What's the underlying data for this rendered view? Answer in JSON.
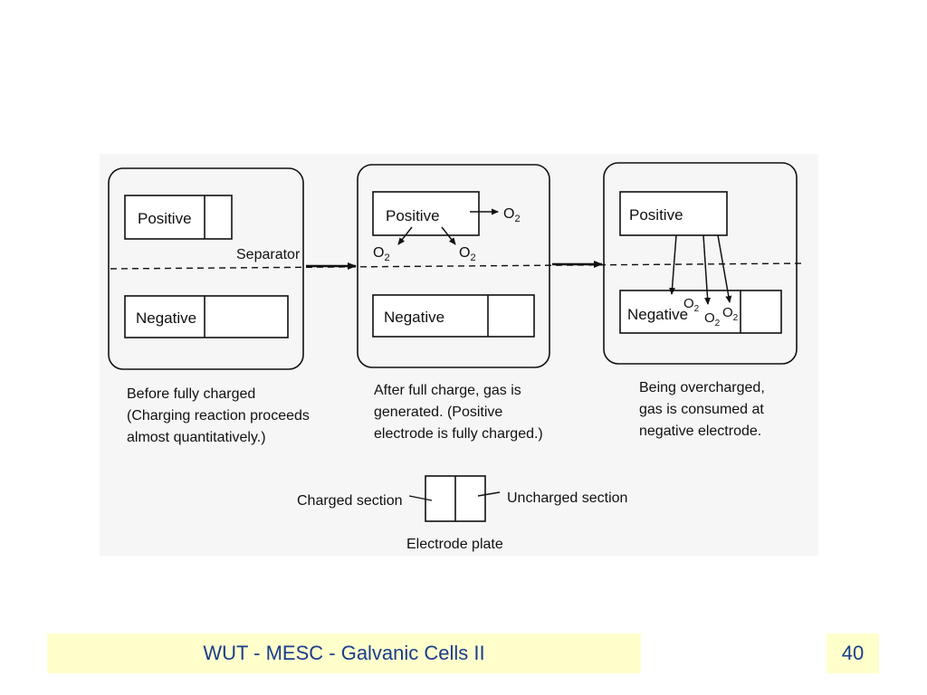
{
  "diagram": {
    "separator_label": "Separator",
    "panel1": {
      "positive": "Positive",
      "negative": "Negative",
      "caption": [
        "Before fully charged",
        "(Charging reaction proceeds",
        "almost quantitatively.)"
      ]
    },
    "panel2": {
      "positive": "Positive",
      "negative": "Negative",
      "gas": "O",
      "sub": "2",
      "caption": [
        "After full charge, gas is",
        "generated. (Positive",
        "electrode is fully charged.)"
      ]
    },
    "panel3": {
      "positive": "Positive",
      "negative": "Negative",
      "gas": "O",
      "sub": "2",
      "caption": [
        "Being overcharged,",
        "gas is consumed at",
        "negative electrode."
      ]
    },
    "legend": {
      "charged": "Charged section",
      "uncharged": "Uncharged section",
      "plate": "Electrode plate"
    }
  },
  "footer": {
    "title": "WUT - MESC - Galvanic Cells II",
    "page": "40"
  }
}
